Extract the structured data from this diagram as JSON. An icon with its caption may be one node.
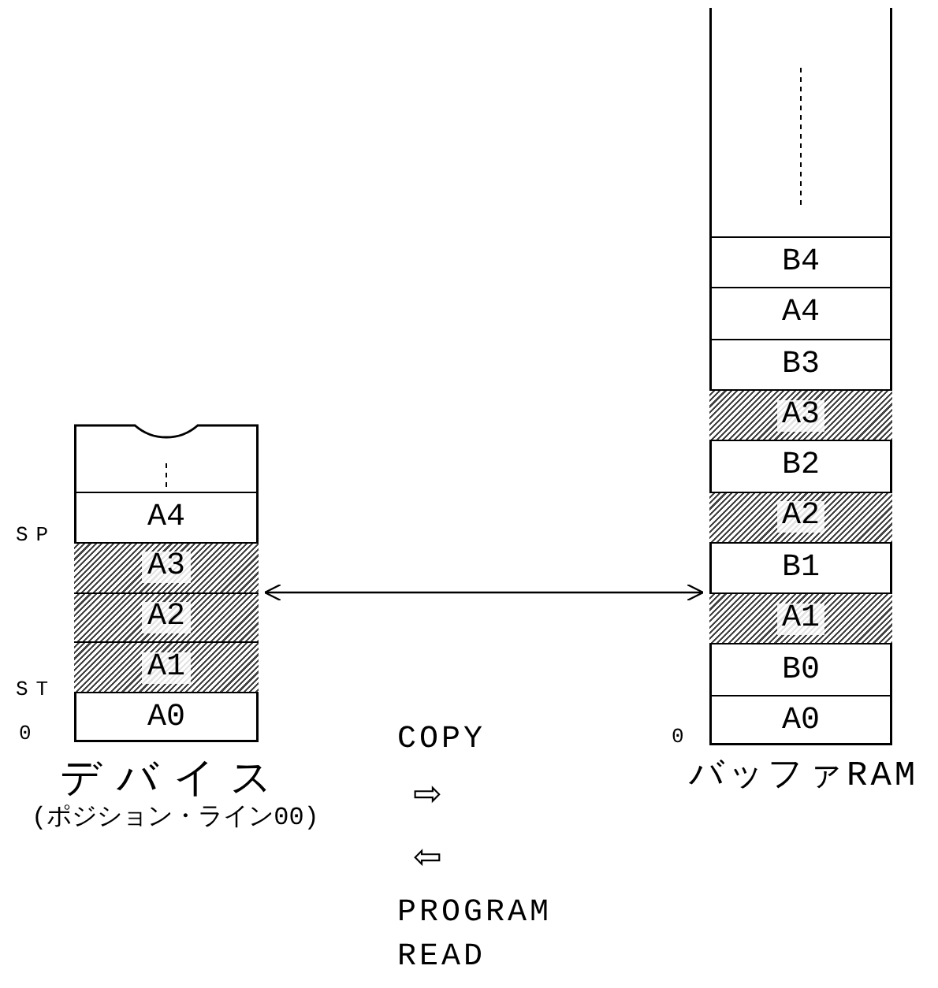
{
  "diagram": {
    "nodes": [
      {
        "text": [],
        "shape": "box",
        "beside": [
          "デバイス",
          "(ポジション・ライン00)"
        ]
      },
      {
        "text": [
          "A4"
        ],
        "in": 0
      },
      {
        "text": [
          "A3"
        ],
        "in": 0
      },
      {
        "text": [
          "A2"
        ],
        "in": 0
      },
      {
        "text": [
          "A1"
        ],
        "in": 0
      },
      {
        "text": [
          "A0"
        ],
        "in": 0
      },
      {
        "text": [],
        "shape": "box",
        "beside": [
          "バッファRAM"
        ]
      },
      {
        "text": [
          "B4"
        ],
        "in": 6
      },
      {
        "text": [
          "A4"
        ],
        "in": 6
      },
      {
        "text": [
          "B3"
        ],
        "in": 6
      },
      {
        "text": [
          "A3"
        ],
        "in": 6
      },
      {
        "text": [
          "B2"
        ],
        "in": 6
      },
      {
        "text": [
          "A2"
        ],
        "in": 6
      },
      {
        "text": [
          "B1"
        ],
        "in": 6
      },
      {
        "text": [
          "A1"
        ],
        "in": 6
      },
      {
        "text": [
          "B0"
        ],
        "in": 6
      },
      {
        "text": [
          "A0"
        ],
        "in": 6
      }
    ],
    "edges": [
      {
        "from": 0,
        "to": 6,
        "arrow": "both"
      }
    ],
    "labels": [
      "SP",
      "ST",
      "0",
      "0",
      "COPY",
      "⇨",
      "⇦",
      "PROGRAM READ"
    ]
  }
}
